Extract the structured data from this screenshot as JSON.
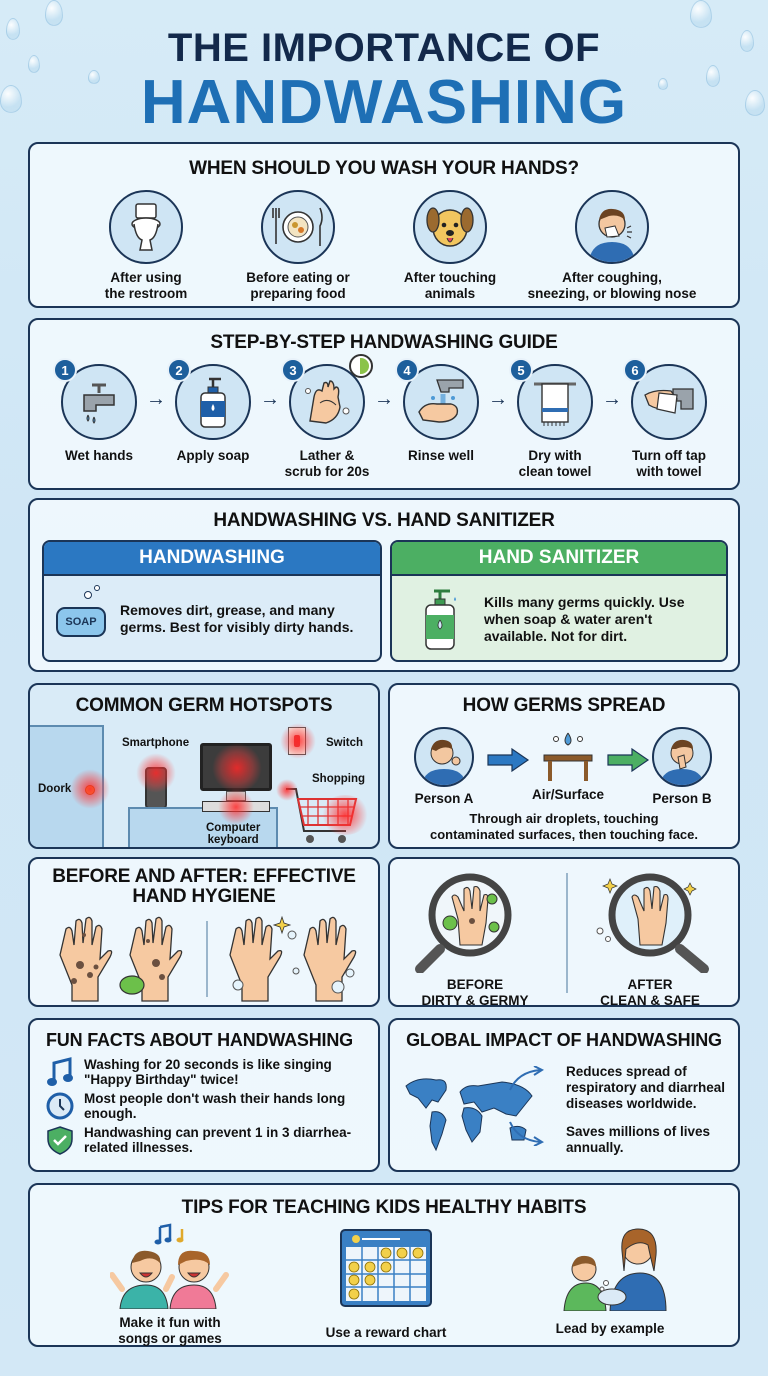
{
  "header": {
    "title_line1": "THE IMPORTANCE OF",
    "title_line2": "HANDWASHING"
  },
  "when": {
    "heading": "WHEN SHOULD YOU WASH YOUR HANDS?",
    "items": [
      {
        "icon": "toilet-icon",
        "label_l1": "After using",
        "label_l2": "the restroom"
      },
      {
        "icon": "plate-cutlery-icon",
        "label_l1": "Before eating or",
        "label_l2": "preparing food"
      },
      {
        "icon": "dog-icon",
        "label_l1": "After touching",
        "label_l2": "animals"
      },
      {
        "icon": "sneezing-person-icon",
        "label_l1": "After coughing,",
        "label_l2": "sneezing, or blowing nose"
      }
    ]
  },
  "steps": {
    "heading": "STEP-BY-STEP HANDWASHING GUIDE",
    "items": [
      {
        "num": "1",
        "icon": "faucet-icon",
        "label_l1": "Wet hands",
        "label_l2": ""
      },
      {
        "num": "2",
        "icon": "soap-pump-icon",
        "label_l1": "Apply soap",
        "label_l2": ""
      },
      {
        "num": "3",
        "icon": "scrubbing-hands-icon",
        "label_l1": "Lather &",
        "label_l2": "scrub for 20s"
      },
      {
        "num": "4",
        "icon": "rinsing-hands-icon",
        "label_l1": "Rinse well",
        "label_l2": ""
      },
      {
        "num": "5",
        "icon": "towel-icon",
        "label_l1": "Dry with",
        "label_l2": "clean towel"
      },
      {
        "num": "6",
        "icon": "tap-off-towel-icon",
        "label_l1": "Turn off tap",
        "label_l2": "with towel"
      }
    ],
    "arrow": "→"
  },
  "versus": {
    "heading": "HANDWASHING VS. HAND SANITIZER",
    "handwashing": {
      "title": "HANDWASHING",
      "color": "#2b78c2",
      "soap_text": "SOAP",
      "text": "Removes dirt, grease, and many germs. Best for visibly dirty hands."
    },
    "sanitizer": {
      "title": "HAND SANITIZER",
      "color": "#4caf63",
      "text": "Kills many germs quickly. Use when soap & water aren't available. Not for dirt."
    }
  },
  "hotspots": {
    "heading": "COMMON GERM HOTSPOTS",
    "labels": {
      "door": "Doork",
      "phone": "Smartphone",
      "switch": "Switch",
      "cart": "Shopping",
      "keyboard_l1": "Computer",
      "keyboard_l2": "keyboard"
    }
  },
  "spread": {
    "heading": "HOW GERMS SPREAD",
    "nodes": [
      "Person A",
      "Air/Surface",
      "Person B"
    ],
    "text_l1": "Through air droplets, touching",
    "text_l2": "contaminated surfaces, then touching face."
  },
  "before_after": {
    "heading_l1": "BEFORE AND AFTER: EFFECTIVE",
    "heading_l2": "HAND HYGIENE"
  },
  "magnify": {
    "before_l1": "BEFORE",
    "before_l2": "DIRTY & GERMY",
    "after_l1": "AFTER",
    "after_l2": "CLEAN & SAFE"
  },
  "facts": {
    "heading": "FUN FACTS ABOUT HANDWASHING",
    "items": [
      {
        "icon": "music-note-icon",
        "text": "Washing for 20 seconds is like singing \"Happy Birthday\" twice!"
      },
      {
        "icon": "clock-icon",
        "text": "Most people don't wash their hands long enough."
      },
      {
        "icon": "shield-check-icon",
        "text": "Handwashing can prevent 1 in 3 diarrhea-related illnesses."
      }
    ]
  },
  "global": {
    "heading": "GLOBAL IMPACT OF HANDWASHING",
    "points": [
      "Reduces spread of respiratory and diarrheal diseases worldwide.",
      "Saves millions of lives annually."
    ]
  },
  "tips": {
    "heading": "TIPS FOR TEACHING KIDS HEALTHY HABITS",
    "items": [
      {
        "icon": "singing-kids-icon",
        "label_l1": "Make it fun with",
        "label_l2": "songs or games"
      },
      {
        "icon": "reward-chart-icon",
        "label_l1": "Use a reward chart",
        "label_l2": ""
      },
      {
        "icon": "parent-child-washing-icon",
        "label_l1": "Lead by example",
        "label_l2": ""
      }
    ]
  },
  "colors": {
    "navy": "#13294b",
    "blue": "#1e6fb5",
    "border": "#1b3557",
    "green": "#4caf63",
    "germ_red": "#ff2a2a"
  }
}
